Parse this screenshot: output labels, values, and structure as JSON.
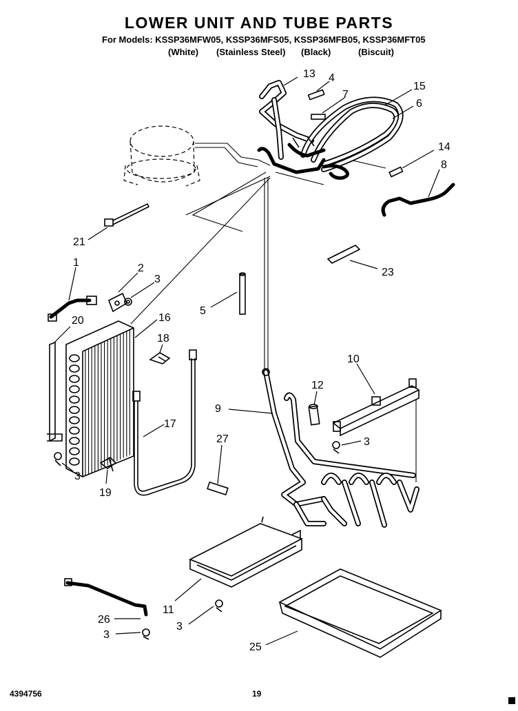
{
  "header": {
    "title": "LOWER UNIT AND TUBE PARTS",
    "models": "For Models: KSSP36MFW05, KSSP36MFS05, KSSP36MFB05, KSSP36MFT05",
    "finishes": [
      "(White)",
      "(Stainless Steel)",
      "(Black)",
      "(Biscuit)"
    ]
  },
  "labels": [
    "13",
    "4",
    "7",
    "15",
    "6",
    "14",
    "8",
    "21",
    "23",
    "1",
    "2",
    "3",
    "5",
    "20",
    "16",
    "18",
    "10",
    "12",
    "9",
    "17",
    "27",
    "3",
    "3",
    "19",
    "26",
    "3",
    "11",
    "3",
    "25"
  ],
  "footer": {
    "doc_number": "4394756",
    "page_number": "19"
  }
}
